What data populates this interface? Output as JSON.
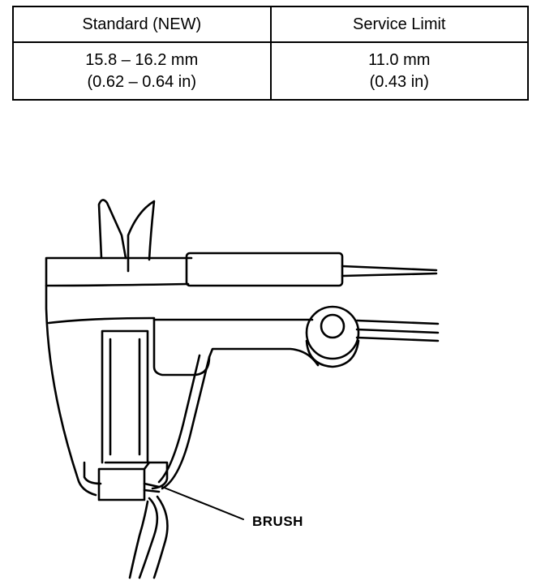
{
  "spec_table": {
    "headers": [
      "Standard (NEW)",
      "Service Limit"
    ],
    "rows": [
      {
        "standard": [
          "15.8 – 16.2 mm",
          "(0.62 – 0.64 in)"
        ],
        "service_limit": [
          "11.0 mm",
          "(0.43 in)"
        ]
      }
    ]
  },
  "figure": {
    "callout_label": "BRUSH"
  }
}
